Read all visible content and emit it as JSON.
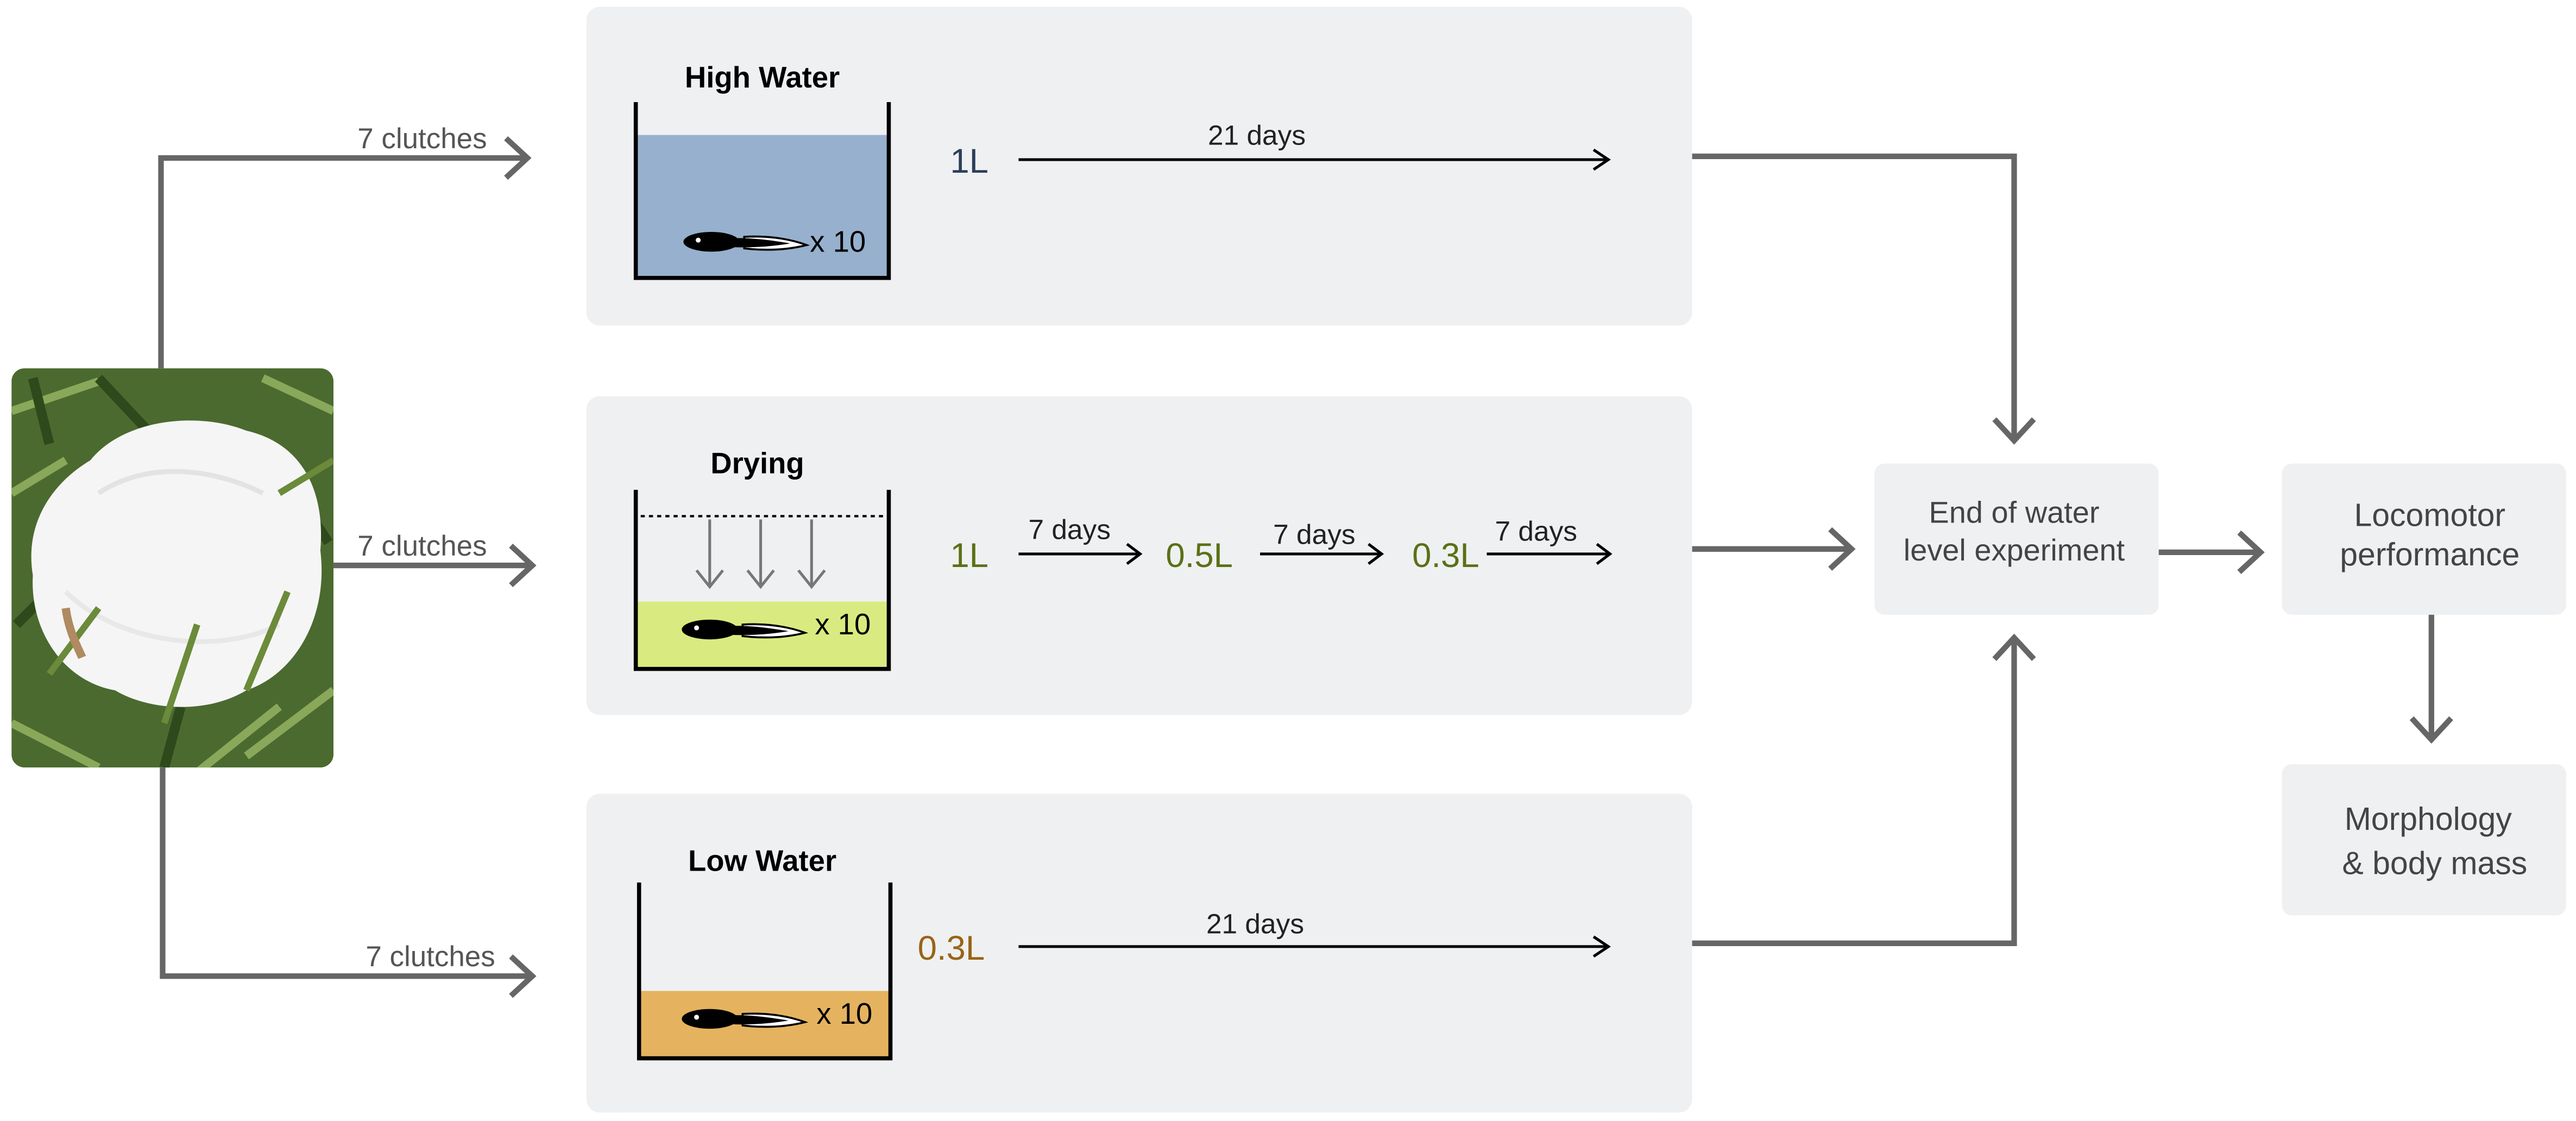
{
  "colors": {
    "panel": "#eff0f2",
    "connector": "#666666",
    "line": "#000000",
    "high_water": "#97b0ce",
    "drying_water": "#d9eb80",
    "low_water": "#e5b35f",
    "high_volume_text": "#2d3e5c",
    "drying_volume_text": "#5b7015",
    "low_volume_text": "#986415",
    "label_gray": "#555555",
    "box_text": "#444444"
  },
  "photo": {
    "icon": "foam-nest-photo"
  },
  "branches": {
    "high": {
      "label": "7 clutches"
    },
    "drying": {
      "label": "7 clutches"
    },
    "low": {
      "label": "7 clutches"
    }
  },
  "treatments": {
    "high": {
      "title": "High Water",
      "count": "x 10",
      "volume": "1L",
      "duration": "21 days"
    },
    "drying": {
      "title": "Drying",
      "count": "x 10",
      "volumes": [
        "1L",
        "0.5L",
        "0.3L"
      ],
      "durations": [
        "7 days",
        "7 days",
        "7 days"
      ]
    },
    "low": {
      "title": "Low Water",
      "count": "x 10",
      "volume": "0.3L",
      "duration": "21 days"
    }
  },
  "boxes": {
    "end": {
      "lines": [
        "End of water",
        "level experiment"
      ]
    },
    "locomotor": {
      "lines": [
        "Locomotor",
        "performance"
      ]
    },
    "morphology": {
      "lines": [
        "Morphology",
        "& body mass"
      ]
    }
  }
}
